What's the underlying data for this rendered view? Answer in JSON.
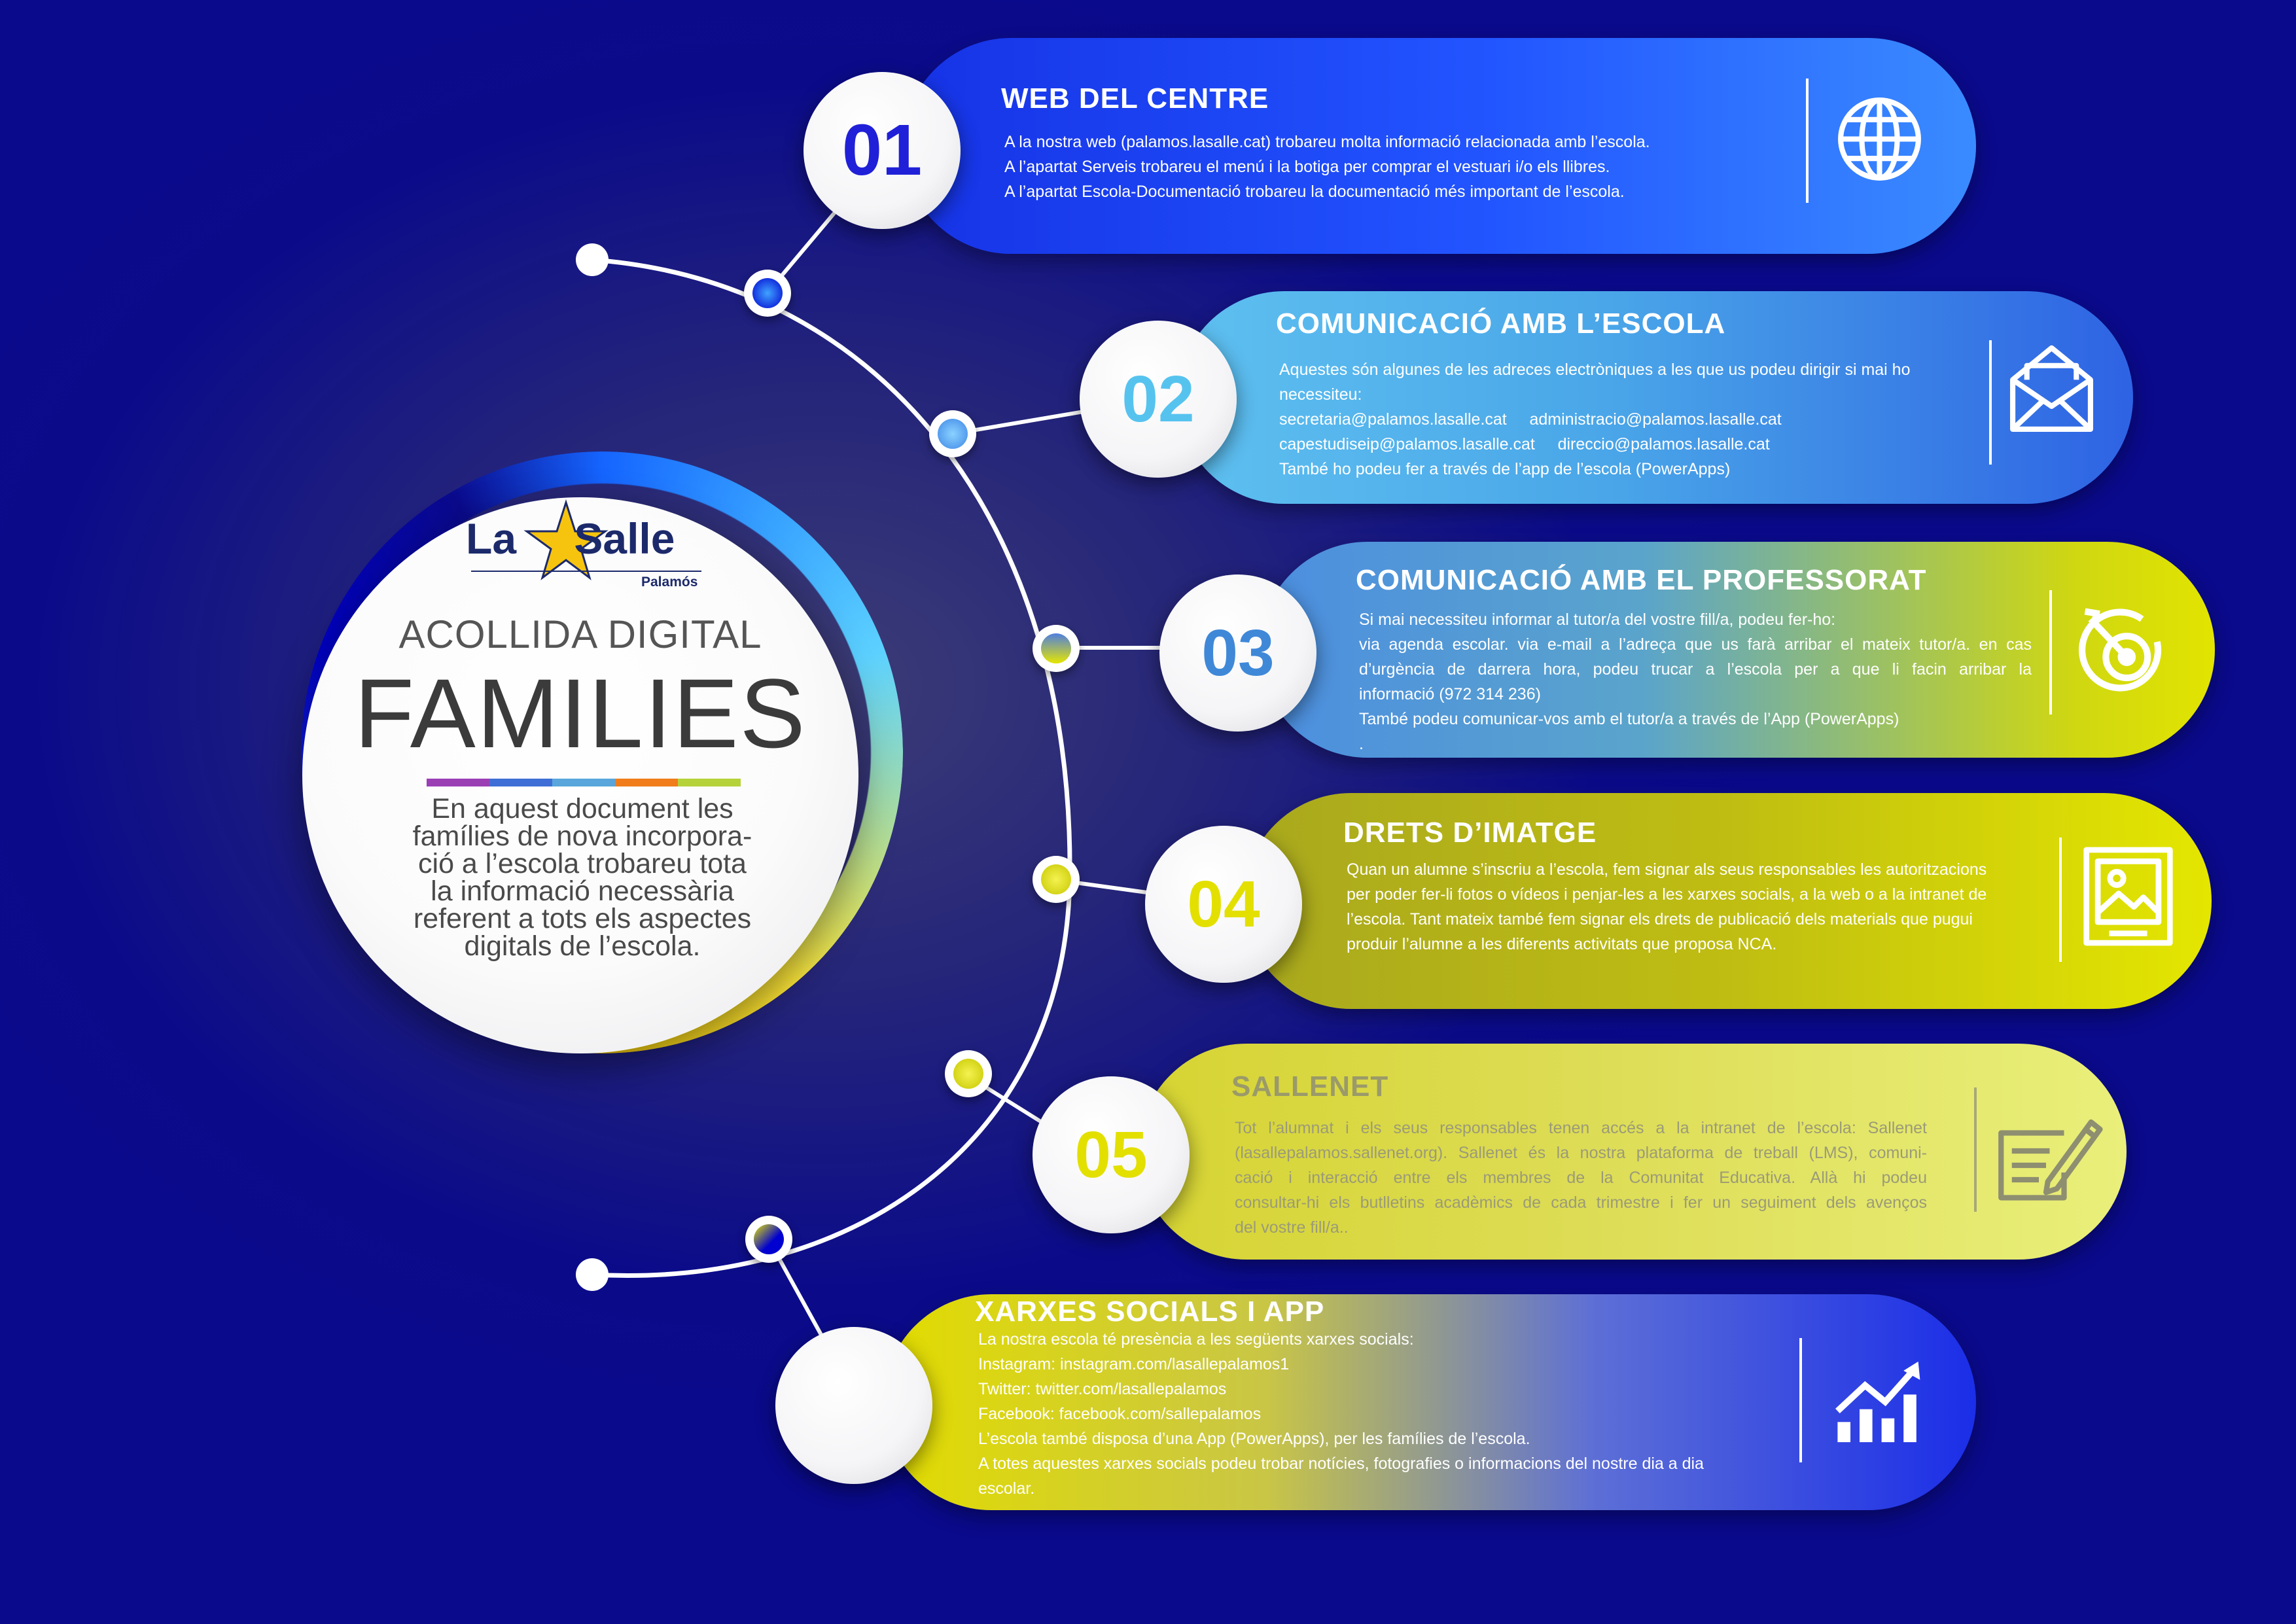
{
  "colors": {
    "background": "#0a0a8c",
    "accent_blue": "#1e4dff",
    "accent_cyan": "#58c3ff",
    "accent_yellow": "#e6e600"
  },
  "hub": {
    "logo_name": "La Salle",
    "logo_sub": "Palamós",
    "subtitle": "ACOLLIDA DIGITAL",
    "title": "FAMILIES",
    "description_lines": [
      "En aquest document les",
      "famílies de nova incorpora-",
      "ció a l’escola trobareu tota",
      "la informació necessària",
      "referent a tots els aspectes",
      "digitals de l’escola."
    ],
    "bar_colors": [
      "#9b3fb5",
      "#3f6fd6",
      "#5aa6dc",
      "#f07d1a",
      "#b6d23a"
    ]
  },
  "sections": [
    {
      "number": "01",
      "title": "WEB DEL CENTRE",
      "icon": "globe-icon",
      "lines": [
        "A la nostra web (palamos.lasalle.cat) trobareu molta informació relacionada amb l’escola.",
        "A l’apartat Serveis trobareu el menú i la botiga per comprar el vestuari i/o els llibres.",
        "A l’apartat Escola-Documentació trobareu la documentació més important de l’escola."
      ]
    },
    {
      "number": "02",
      "title": "COMUNICACIÓ AMB L’ESCOLA",
      "icon": "envelope-icon",
      "lines": [
        "Aquestes són algunes de les adreces electròniques a les que us podeu dirigir si mai ho",
        "necessiteu:",
        "secretaria@palamos.lasalle.cat     administracio@palamos.lasalle.cat",
        "capestudiseip@palamos.lasalle.cat     direccio@palamos.lasalle.cat",
        "També ho podeu fer a través de l’app de l’escola (PowerApps)"
      ]
    },
    {
      "number": "03",
      "title": "COMUNICACIÓ AMB EL PROFESSORAT",
      "icon": "target-icon",
      "lines": [
        "Si mai necessiteu informar al tutor/a del vostre fill/a, podeu fer-ho:",
        "via agenda escolar. via e-mail a l’adreça que us farà arribar el mateix tutor/a. en cas",
        "d’urgència de darrera hora, podeu trucar a l’escola per a que li facin arribar la",
        "informació (972 314 236)",
        "També podeu comunicar-vos amb el tutor/a a través de l’App  (PowerApps)",
        "."
      ]
    },
    {
      "number": "04",
      "title": "DRETS D’IMATGE",
      "icon": "image-icon",
      "lines": [
        "Quan un alumne s’inscriu a l’escola, fem signar als seus responsables les autoritzacions",
        "per poder fer-li fotos o vídeos i penjar-les a les xarxes socials, a la web o a la intranet de",
        "l’escola. Tant mateix també fem signar els drets de publicació dels materials que pugui",
        "produir l’alumne a les diferents activitats que proposa NCA."
      ]
    },
    {
      "number": "05",
      "title": "SALLENET",
      "icon": "document-pen-icon",
      "lines": [
        "Tot l’alumnat i els seus responsables tenen accés a la intranet de l’escola: Sallenet",
        "(lasallepalamos.sallenet.org). Sallenet és la nostra plataforma de treball (LMS), comuni-",
        "cació i interacció entre els membres de la Comunitat Educativa. Allà hi podeu",
        "consultar-hi els butlletins acadèmics de cada trimestre i fer un seguiment dels avenços",
        "del vostre fill/a.."
      ]
    },
    {
      "number": "",
      "title": "XARXES SOCIALS I APP",
      "icon": "chart-growth-icon",
      "lines": [
        "La nostra escola té presència a les següents xarxes socials:",
        "Instagram: instagram.com/lasallepalamos1",
        "Twitter: twitter.com/lasallepalamos",
        "Facebook: facebook.com/sallepalamos",
        "L’escola també disposa d’una App (PowerApps), per les famílies de l’escola.",
        "A totes aquestes xarxes socials podeu trobar notícies, fotografies o informacions del nostre dia a dia",
        "escolar."
      ]
    }
  ]
}
